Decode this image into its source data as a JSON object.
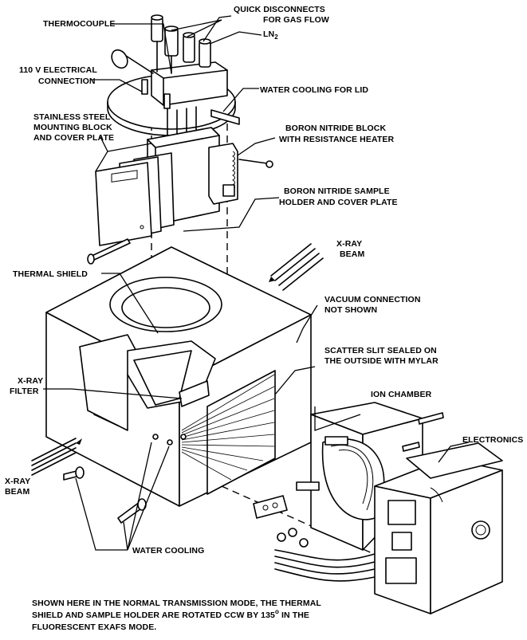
{
  "labels": {
    "thermocouple": "THERMOCOUPLE",
    "quick_disconnects_1": "QUICK DISCONNECTS",
    "quick_disconnects_2": "FOR GAS FLOW",
    "ln2": "LN",
    "ln2_sub": "2",
    "electrical_1": "110 V ELECTRICAL",
    "electrical_2": "CONNECTION",
    "water_cooling_lid": "WATER COOLING FOR LID",
    "stainless_1": "STAINLESS STEEL",
    "stainless_2": "MOUNTING BLOCK",
    "stainless_3": "AND COVER PLATE",
    "bn_block_1": "BORON NITRIDE BLOCK",
    "bn_block_2": "WITH RESISTANCE HEATER",
    "bn_holder_1": "BORON NITRIDE SAMPLE",
    "bn_holder_2": "HOLDER AND COVER PLATE",
    "xray_beam_top_1": "X-RAY",
    "xray_beam_top_2": "BEAM",
    "thermal_shield": "THERMAL SHIELD",
    "vacuum_1": "VACUUM CONNECTION",
    "vacuum_2": "NOT SHOWN",
    "scatter_1": "SCATTER SLIT SEALED ON",
    "scatter_2": "THE OUTSIDE WITH MYLAR",
    "xray_filter_1": "X-RAY",
    "xray_filter_2": "FILTER",
    "ion_chamber": "ION CHAMBER",
    "electronics": "ELECTRONICS",
    "xray_beam_left_1": "X-RAY",
    "xray_beam_left_2": "BEAM",
    "water_cooling": "WATER COOLING"
  },
  "caption": {
    "line1": "SHOWN HERE IN THE NORMAL TRANSMISSION MODE, THE THERMAL",
    "line2_a": "SHIELD AND SAMPLE HOLDER ARE ROTATED CCW BY 135",
    "line2_deg": "o",
    "line2_b": " IN THE",
    "line3": "FLUORESCENT EXAFS MODE."
  }
}
